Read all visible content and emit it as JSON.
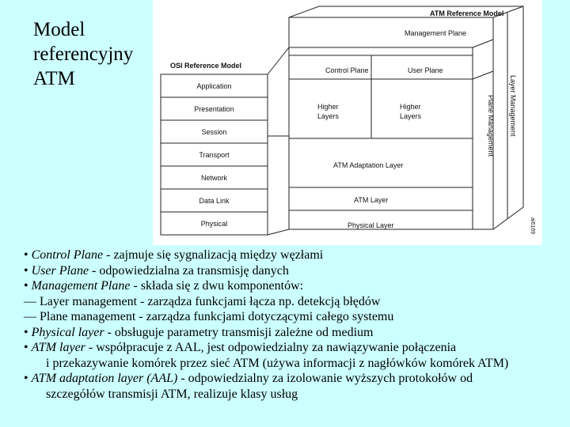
{
  "title": "Model referencyjny ATM",
  "diagram": {
    "atm_header": "ATM Reference Model",
    "osi_header": "OSI Reference Model",
    "management_plane": "Management Plane",
    "control_plane": "Control Plane",
    "user_plane": "User Plane",
    "higher_layers_left": "Higher Layers",
    "higher_layers_right": "Higher Layers",
    "aal": "ATM Adaptation Layer",
    "atm_layer": "ATM Layer",
    "atm_physical": "Physical Layer",
    "layer_management": "Layer Management",
    "plane_management": "Plane Management",
    "figure_code": "ai6169",
    "osi_layers": [
      "Application",
      "Presentation",
      "Session",
      "Transport",
      "Network",
      "Data Link",
      "Physical"
    ]
  },
  "bullets": [
    {
      "em": "Control Plane",
      "rest": " - zajmuje się sygnalizacją między węzłami"
    },
    {
      "em": "User Plane",
      "rest": " - odpowiedzialna za transmisję danych"
    },
    {
      "em": "Management Plane",
      "rest": " - składa się z dwu komponentów:"
    }
  ],
  "dash1": "— Layer management - zarządza funkcjami łącza np. detekcją błędów",
  "dash2": "— Plane management - zarządza funkcjami dotyczącymi całego systemu",
  "bullet_phys": {
    "em": "Physical layer",
    "rest": " - obsługuje parametry transmisji zależne od medium"
  },
  "bullet_atm": {
    "em": "ATM layer",
    "rest": " - współpracuje z AAL, jest odpowiedzialny za nawiązywanie połączenia"
  },
  "bullet_atm_cont": "i przekazywanie komórek przez sieć ATM (używa informacji z nagłówków komórek ATM)",
  "bullet_aal": {
    "em": "ATM adaptation layer (AAL)",
    "rest": " - odpowiedzialny za izolowanie wyższych protokołów od"
  },
  "bullet_aal_cont": "szczegółów transmisji ATM, realizuje klasy usług"
}
